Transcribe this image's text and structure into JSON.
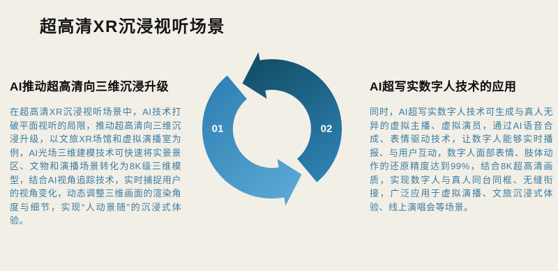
{
  "slide": {
    "title": "超高清XR沉浸视听场景",
    "background_color": "#f2efe7"
  },
  "sections": {
    "left": {
      "heading": "AI推动超高清向三维沉浸升级",
      "body": "在超高清XR沉浸视听场景中，AI技术打破平面视听的局限，推动超高清向三维沉浸升级，以文旅XR场馆和虚拟演播室为例，AI光场三维建模技术可快速将实景景区、文物和演播场景转化为8K级三维模型，结合AI视角追踪技术，实时捕捉用户的视角变化，动态调整三维画面的渲染角度与细节，实现“人动景随”的沉浸式体验。"
    },
    "right": {
      "heading": "AI超写实数字人技术的应用",
      "body": "同时，AI超写实数字人技术可生成与真人无异的虚拟主播、虚拟演员，通过AI语音合成、表情驱动技术，让数字人能够实时播报、与用户互动，数字人面部表情、肢体动作的还原精度达到99%，结合8K超高清画质，实现数字人与真人同台同框、无缝衔接，广泛应用于虚拟演播、文旅沉浸式体验、线上演唱会等场景。"
    }
  },
  "diagram": {
    "type": "two-step-cycle",
    "step_labels": {
      "one": "01",
      "two": "02"
    },
    "colors": {
      "top_arrow_start": "#2e82b5",
      "top_arrow_end": "#134f67",
      "bottom_arrow_start": "#2b7db1",
      "bottom_arrow_end": "#5aa6d2",
      "label_text": "#ffffff"
    }
  }
}
